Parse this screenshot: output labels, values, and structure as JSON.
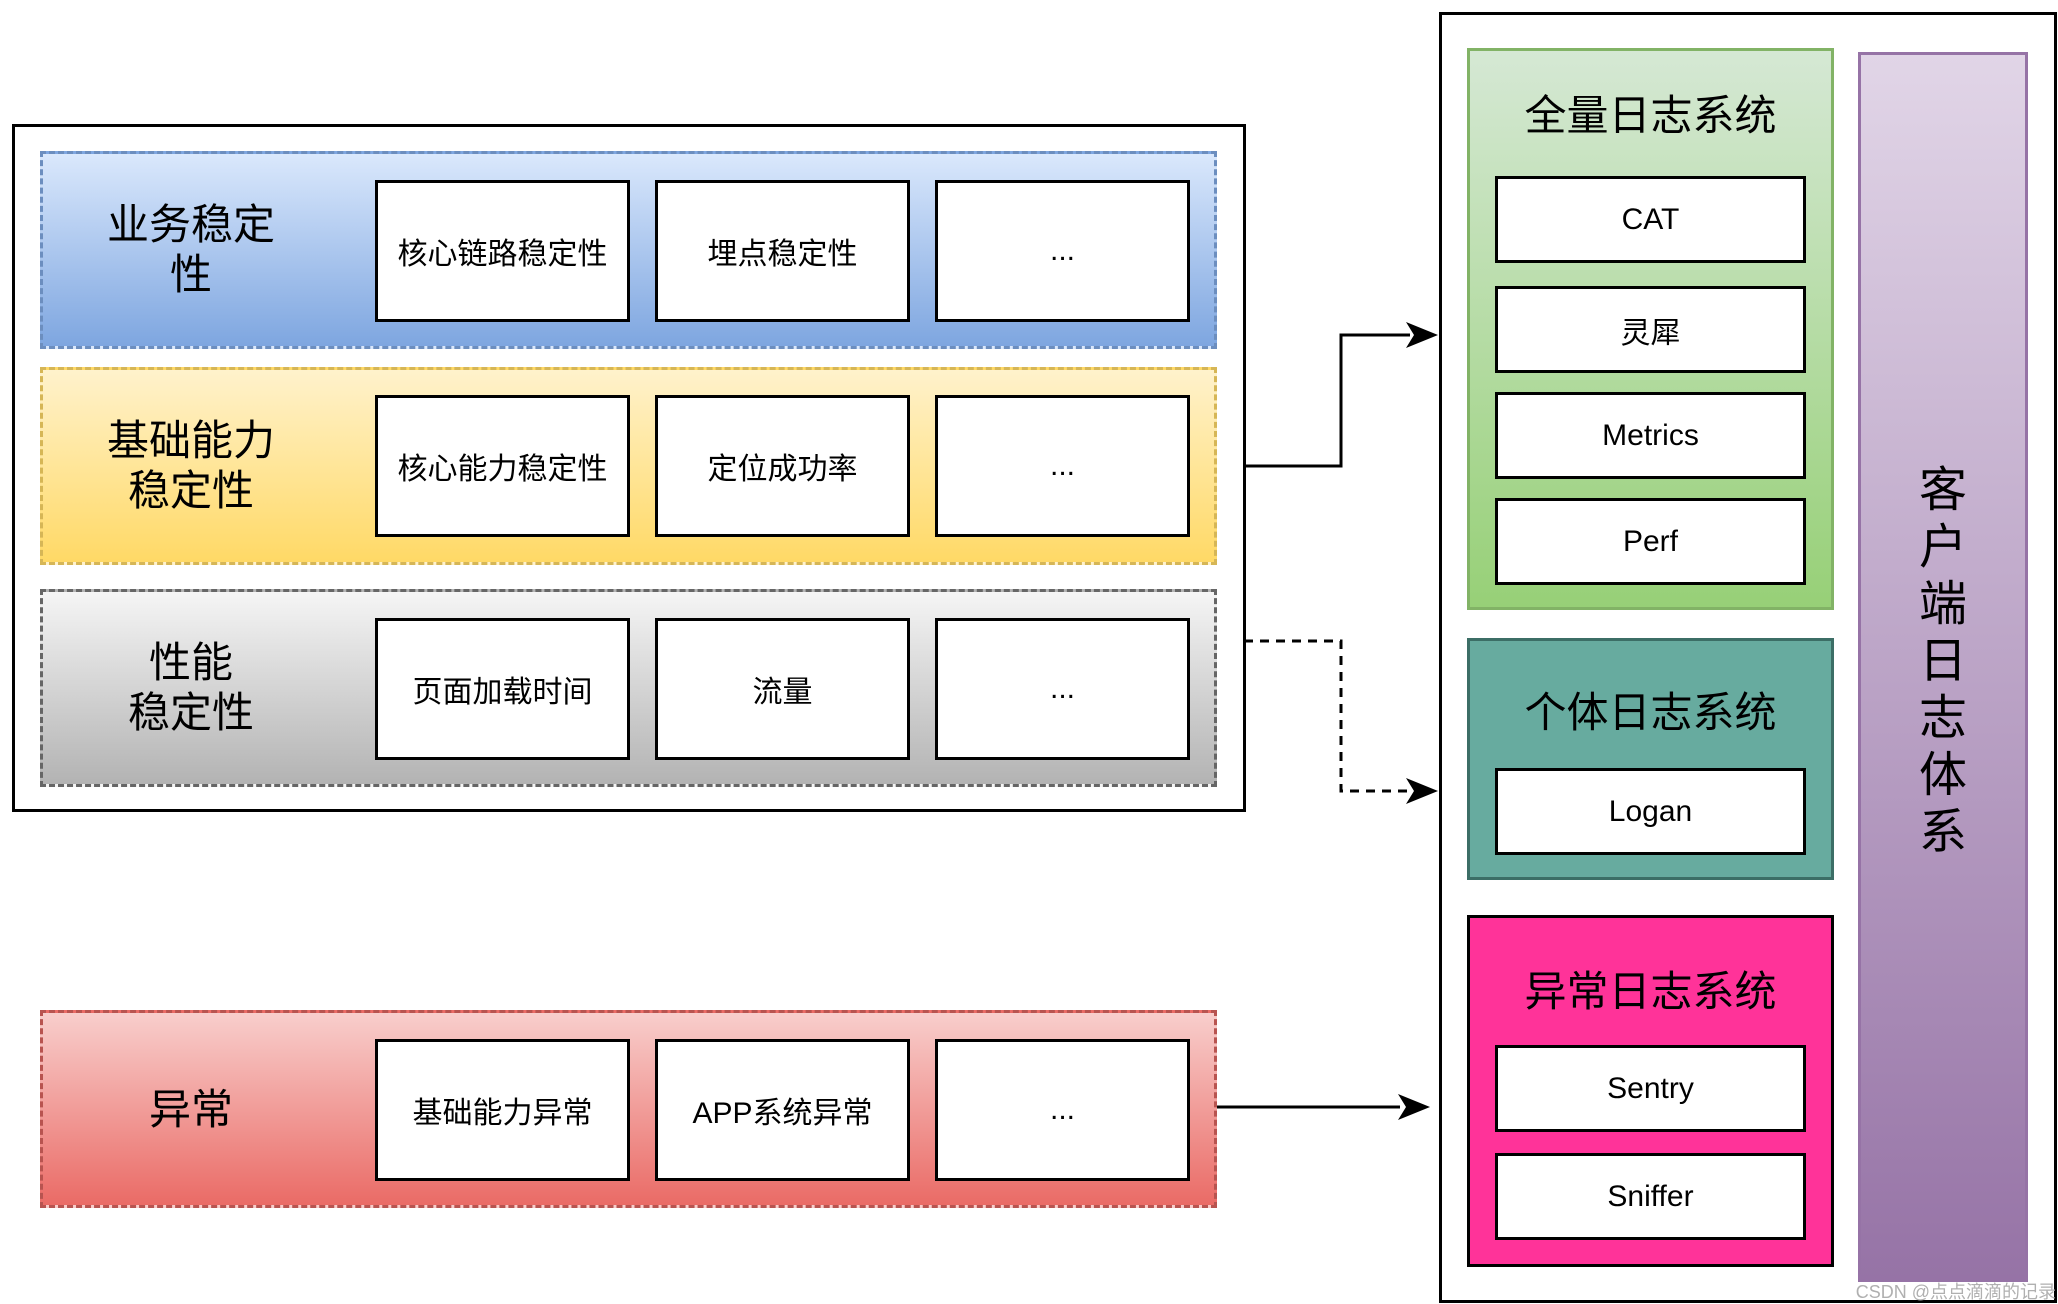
{
  "left_groups": [
    {
      "label": "业务稳定性",
      "label_lines": [
        "业务稳定",
        "性"
      ],
      "items": [
        "核心链路稳定性",
        "埋点稳定性",
        "..."
      ]
    },
    {
      "label": "基础能力稳定性",
      "label_lines": [
        "基础能力",
        "稳定性"
      ],
      "items": [
        "核心能力稳定性",
        "定位成功率",
        "..."
      ]
    },
    {
      "label": "性能稳定性",
      "label_lines": [
        "性能",
        "稳定性"
      ],
      "items": [
        "页面加载时间",
        "流量",
        "..."
      ]
    }
  ],
  "exception_group": {
    "label": "异常",
    "items": [
      "基础能力异常",
      "APP系统异常",
      "..."
    ]
  },
  "log_systems": [
    {
      "title": "全量日志系统",
      "items": [
        "CAT",
        "灵犀",
        "Metrics",
        "Perf"
      ]
    },
    {
      "title": "个体日志系统",
      "items": [
        "Logan"
      ]
    },
    {
      "title": "异常日志系统",
      "items": [
        "Sentry",
        "Sniffer"
      ]
    }
  ],
  "client_system": {
    "label": "客户端日志体系",
    "chars": [
      "客",
      "户",
      "端",
      "日",
      "志",
      "体",
      "系"
    ]
  },
  "watermark": "CSDN @点点滴滴的记录",
  "colors": {
    "band_blue": "#7ea6e0",
    "band_yellow": "#ffd966",
    "band_gray": "#b3b3b3",
    "band_red": "#ea6b66",
    "full_log": "#97d077",
    "individual_log": "#67ab9f",
    "exception_log": "#ff3399",
    "client_column": "#9673a6"
  },
  "connectors": [
    {
      "from": "stability-outer-box",
      "to": "client-log-container",
      "style": "solid"
    },
    {
      "from": "band-performance",
      "to": "client-log-container",
      "style": "dashed"
    },
    {
      "from": "band-exception",
      "to": "client-log-container",
      "style": "solid"
    }
  ]
}
